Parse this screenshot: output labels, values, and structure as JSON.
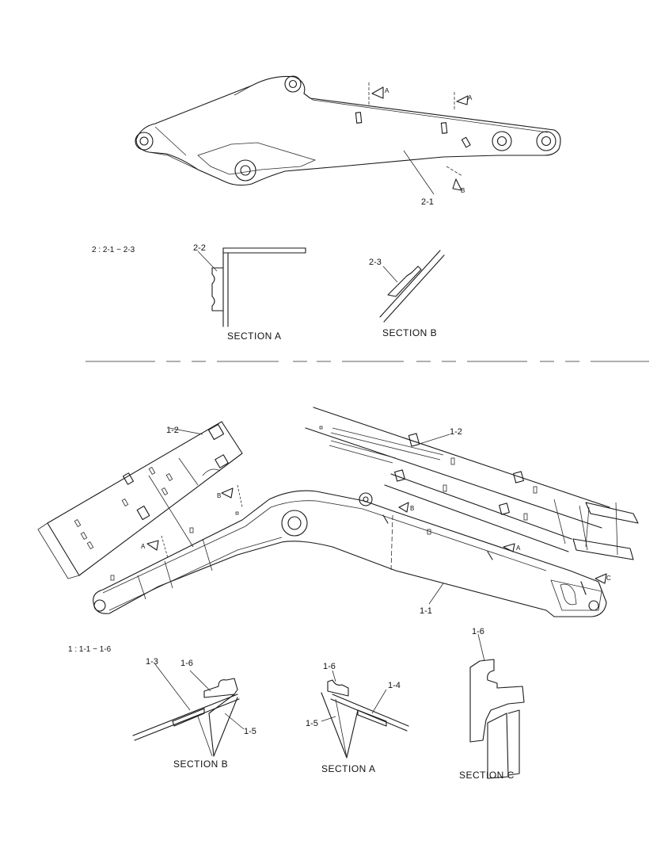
{
  "upper": {
    "part_label": "2-1",
    "range_note": "2 : 2-1 ~ 2-3",
    "arrow_a1": "A",
    "arrow_a2": "A",
    "arrow_b": "B",
    "section_a": {
      "title": "SECTION  A",
      "label": "2-2"
    },
    "section_b": {
      "title": "SECTION  B",
      "label": "2-3"
    }
  },
  "lower": {
    "part_label": "1-1",
    "range_note": "1 : 1-1 ~ 1-6",
    "left_label": "1-2",
    "right_label": "1-2",
    "arrow_b_left": "B",
    "arrow_a_left": "A",
    "arrow_b_center": "B",
    "arrow_a_right": "A",
    "arrow_c": "C",
    "section_b": {
      "title": "SECTION  B",
      "label_left": "1-3",
      "label_top": "1-6",
      "label_right": "1-5"
    },
    "section_a": {
      "title": "SECTION  A",
      "label_top": "1-6",
      "label_right": "1-4",
      "label_left": "1-5"
    },
    "section_c": {
      "title": "SECTION  C",
      "label_top": "1-6"
    }
  }
}
